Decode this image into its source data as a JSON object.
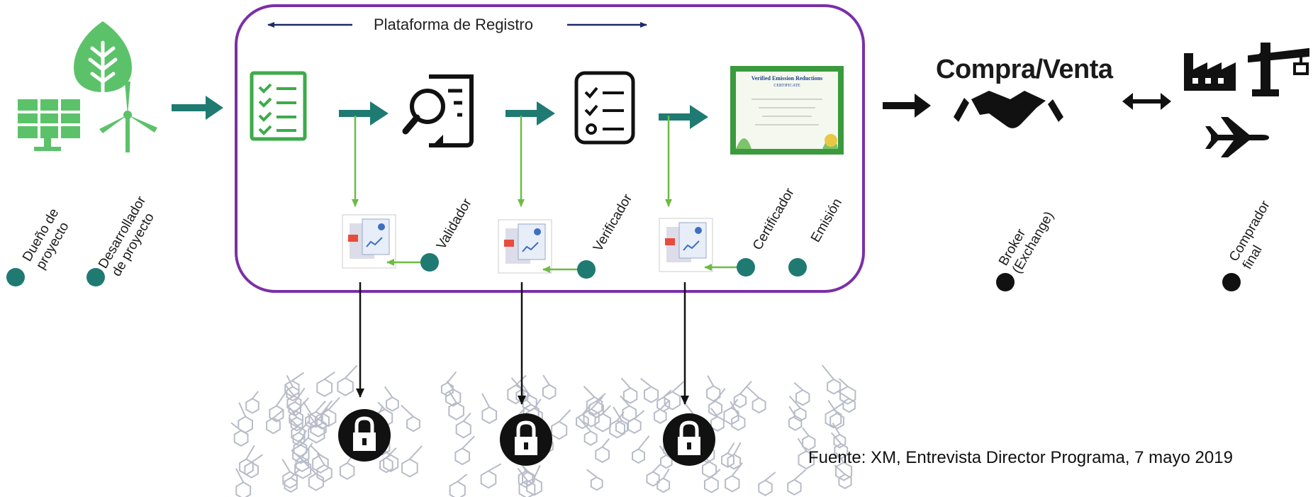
{
  "platform": {
    "title": "Plataforma de Registro"
  },
  "actors": {
    "owner": [
      "Dueño de",
      "proyecto"
    ],
    "developer": [
      "Desarrollador",
      "de proyecto"
    ],
    "validator": "Validador",
    "verifier": "Verificador",
    "certifier": "Certificador",
    "issuance": "Emisión",
    "broker": [
      "Broker",
      "(Exchange)"
    ],
    "buyer": [
      "Comprador",
      "final"
    ]
  },
  "market": {
    "title": "Compra/Venta"
  },
  "certificate": {
    "heading": "Verified Emission Reductions",
    "subheading": "CERTIFICATE"
  },
  "source": "Fuente: XM, Entrevista Director Programa, 7 mayo 2019",
  "colors": {
    "platform_border": "#7b2fa8",
    "teal": "#1f7a72",
    "green": "#4caf50",
    "light_green": "#6dbb45",
    "navy": "#1c2a6b",
    "black": "#111111",
    "chain_gray": "#b8bcc8"
  }
}
